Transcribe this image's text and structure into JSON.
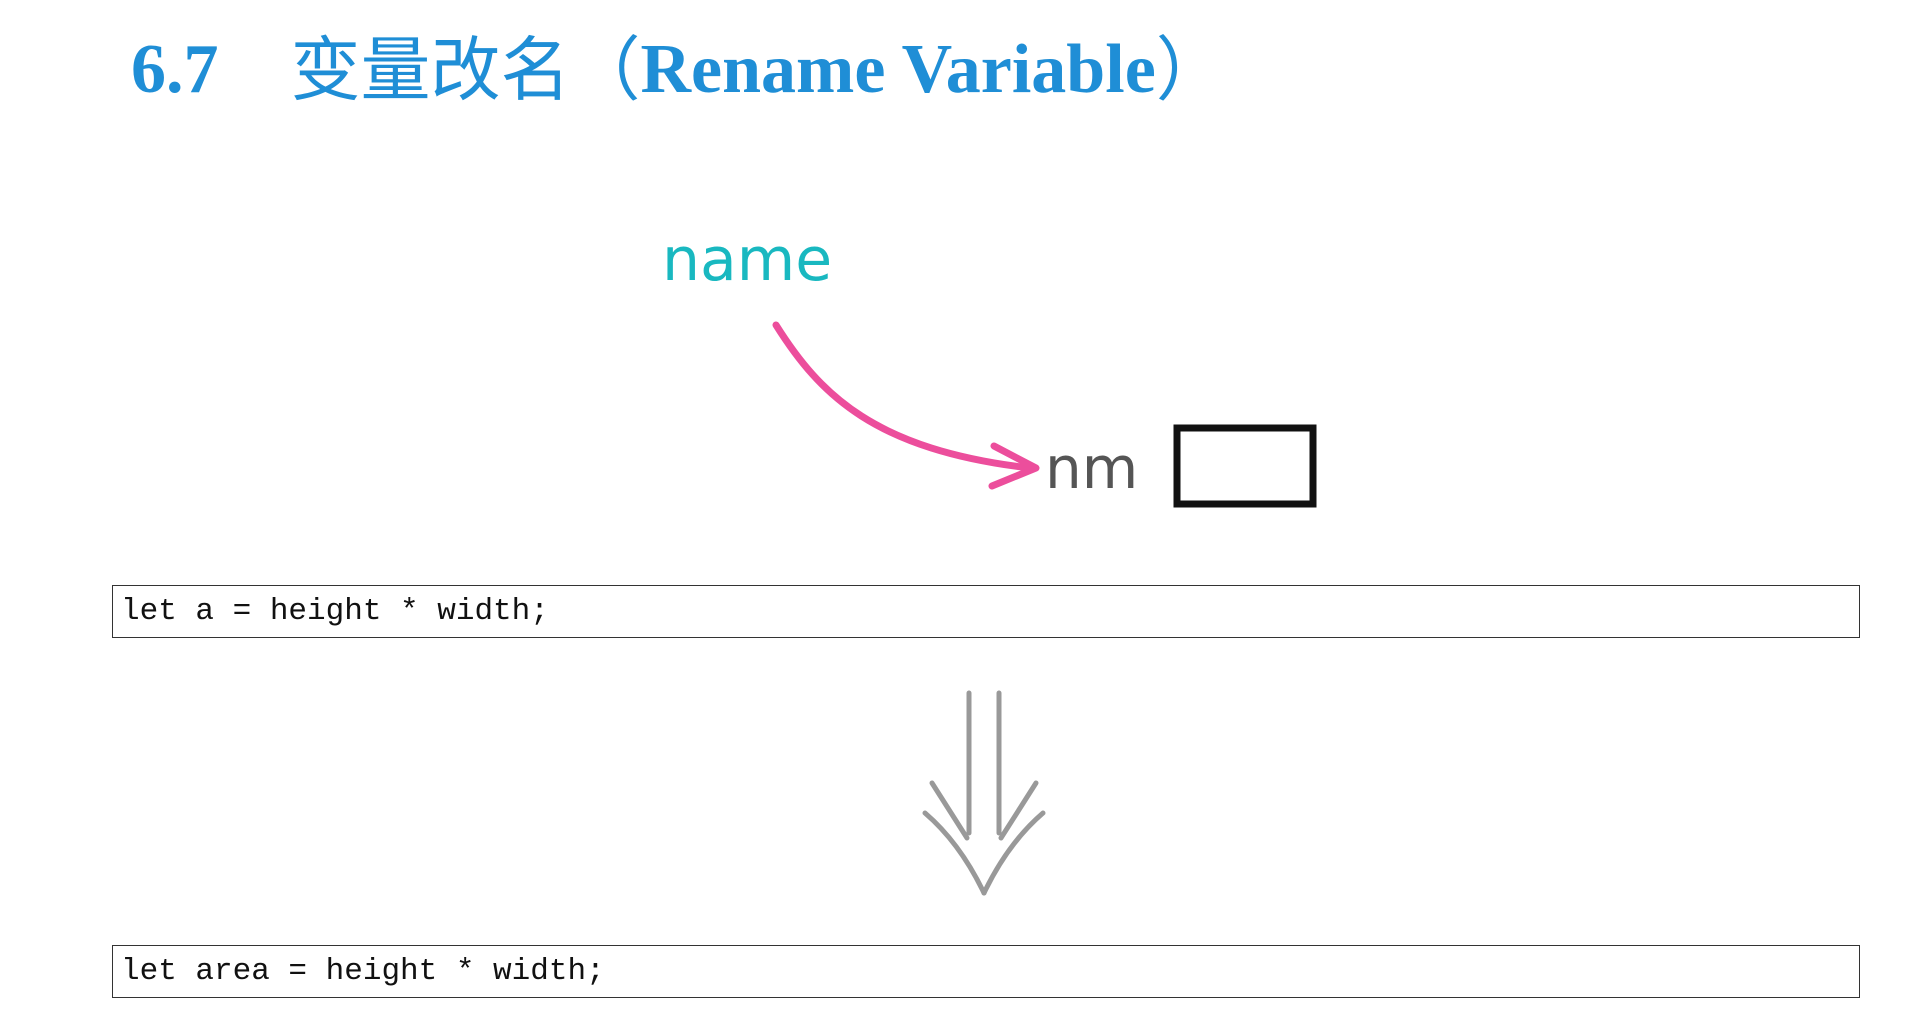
{
  "heading": {
    "number": "6.7",
    "title_zh": "变量改名",
    "open_paren": "（",
    "title_en": "Rename Variable",
    "close_paren": "）"
  },
  "illustration": {
    "old_name": "name",
    "new_name": "nm",
    "colors": {
      "old_name": "#19b8c0",
      "arrow": "#ec4e9c",
      "new_name": "#555555",
      "box": "#111111"
    }
  },
  "code": {
    "before": "let a = height * width;",
    "after": "let area = height * width;"
  },
  "colors": {
    "heading": "#1f8ed6",
    "transform_arrow": "#999999"
  }
}
